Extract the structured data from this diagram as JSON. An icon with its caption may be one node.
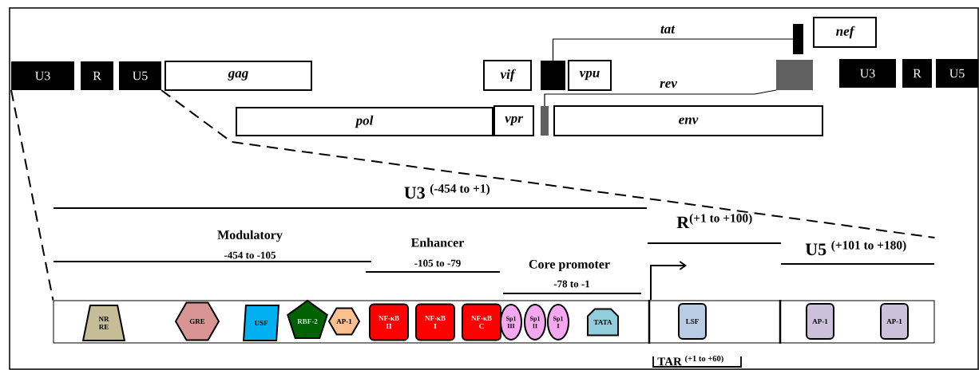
{
  "diagram": {
    "nodes": [
      {
        "text": [
          "U3"
        ]
      },
      {
        "text": [
          "R"
        ]
      },
      {
        "text": [
          "U5"
        ]
      },
      {
        "text": [
          "gag"
        ]
      },
      {
        "text": [
          "vif"
        ]
      },
      {
        "text": [],
        "shape": "box"
      },
      {
        "text": [
          "vpu"
        ]
      },
      {
        "text": [],
        "shape": "box"
      },
      {
        "text": [],
        "shape": "bar"
      },
      {
        "text": [
          "nef"
        ]
      },
      {
        "text": [
          "U3"
        ]
      },
      {
        "text": [
          "R"
        ]
      },
      {
        "text": [
          "U5"
        ]
      },
      {
        "text": [
          "pol"
        ]
      },
      {
        "text": [
          "vpr"
        ]
      },
      {
        "text": [],
        "shape": "bar"
      },
      {
        "text": [
          "env"
        ]
      },
      {
        "text": [],
        "shape": "bar"
      },
      {
        "text": [
          "NR RE"
        ],
        "in": 17
      },
      {
        "text": [
          "GRE"
        ],
        "in": 17
      },
      {
        "text": [
          "USF"
        ],
        "in": 17
      },
      {
        "text": [
          "RBF-2"
        ],
        "in": 17
      },
      {
        "text": [
          "AP-1"
        ],
        "in": 17
      },
      {
        "text": [
          "NF-κB II"
        ],
        "in": 17
      },
      {
        "text": [
          "NF-κB I"
        ],
        "in": 17
      },
      {
        "text": [
          "NF-κB C"
        ],
        "in": 17
      },
      {
        "text": [
          "Sp1 III"
        ],
        "in": 17
      },
      {
        "text": [
          "Sp1 II"
        ],
        "in": 17
      },
      {
        "text": [
          "Sp1 I"
        ],
        "in": 17
      },
      {
        "text": [
          "TATA"
        ],
        "in": 17
      },
      {
        "text": [
          "LSF"
        ],
        "in": 17
      },
      {
        "text": [
          "AP-1"
        ],
        "in": 17
      },
      {
        "text": [
          "AP-1"
        ],
        "in": 17
      }
    ],
    "edges": [
      {
        "from": 5,
        "to": 8,
        "arrow": "none",
        "label": "tat"
      },
      {
        "from": 15,
        "to": 7,
        "arrow": "none",
        "label": "rev"
      },
      {
        "from": 0,
        "to": 17,
        "arrow": "none",
        "style": "dashed"
      },
      {
        "from": 2,
        "to": 17,
        "arrow": "none",
        "style": "dashed"
      }
    ],
    "labels": [
      "U3 $^{(-454 to +1)}$",
      "R$^{(+1 to +100)}$",
      "Modulatory",
      "-454 to -105",
      "Enhancer",
      "U5 $^{(+101 to +180)}$",
      "-105 to -79",
      "Core promoter",
      "-78 to -1",
      "TAR $^{(+1 to +60)}$"
    ]
  }
}
